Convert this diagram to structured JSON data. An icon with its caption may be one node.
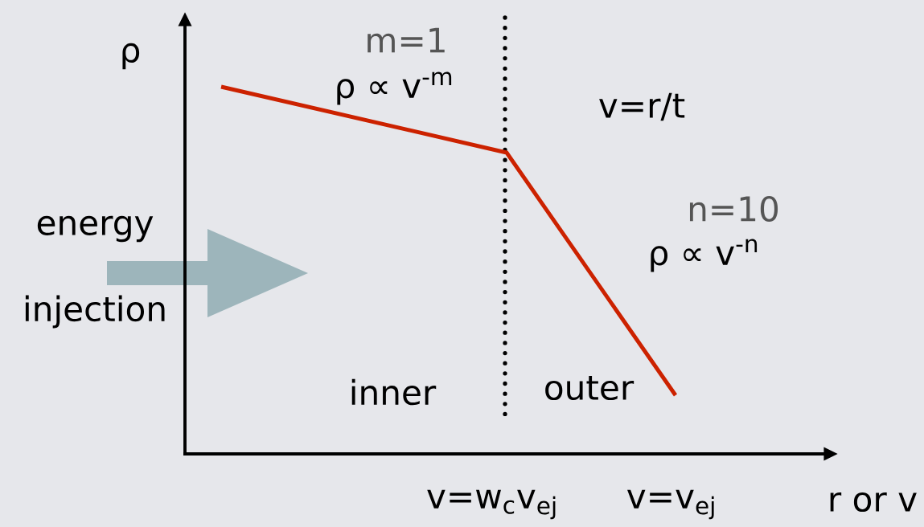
{
  "diagram": {
    "labels": [
      "ρ",
      "m=1",
      "ρ ∝ v$^{-m}$",
      "v=r/t",
      "energy",
      "injection",
      "n=10",
      "ρ ∝ v$^{-n}$",
      "inner",
      "outer",
      "v=w$_{c}$v$_{ej}$",
      "v=v$_{ej}$",
      "r or v"
    ]
  }
}
